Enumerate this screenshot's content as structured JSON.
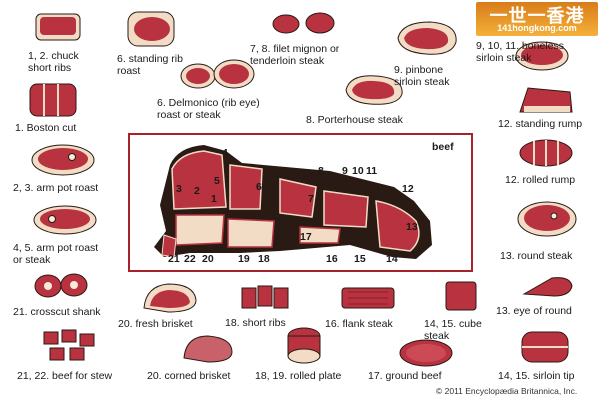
{
  "watermark": {
    "cn": "一世一香港",
    "url": "141hongkong.com"
  },
  "diagram": {
    "title": "beef"
  },
  "labels": {
    "chuck": "1, 2. chuck\nshort ribs",
    "boston": "1. Boston cut",
    "armpot": "2, 3. arm pot roast",
    "armpotsteak": "4, 5. arm pot roast\nor steak",
    "crosscut": "21. crosscut shank",
    "stew": "21, 22. beef for stew",
    "standingrib": "6. standing rib\nroast",
    "delmonico": "6. Delmonico (rib eye)\nroast or steak",
    "filet": "7, 8. filet mignon or\ntenderloin steak",
    "porterhouse": "8. Porterhouse steak",
    "pinbone": "9. pinbone\nsirloin steak",
    "boneless": "9, 10, 11. boneless\nsirloin steak",
    "standingrump": "12. standing rump",
    "rolledrump": "12. rolled rump",
    "roundsteak": "13. round steak",
    "eyeofround": "13. eye of round",
    "sirlointip": "14, 15. sirloin tip",
    "freshbrisket": "20. fresh brisket",
    "shortribs": "18. short ribs",
    "flank": "16. flank steak",
    "cube": "14, 15. cube\nsteak",
    "cornedbrisket": "20. corned brisket",
    "rolledplate": "18, 19. rolled plate",
    "ground": "17. ground beef"
  },
  "section_numbers": [
    "1",
    "2",
    "3",
    "4",
    "5",
    "6",
    "7",
    "8",
    "9",
    "10",
    "11",
    "12",
    "13",
    "14",
    "15",
    "16",
    "17",
    "18",
    "19",
    "20",
    "21",
    "22"
  ],
  "credit": "© 2011 Encyclopædia Britannica, Inc.",
  "colors": {
    "frame": "#a8212b",
    "meat": "#b8323f",
    "fat": "#f3dcc6",
    "bone": "#f6ead8",
    "dark": "#2a1a14"
  }
}
